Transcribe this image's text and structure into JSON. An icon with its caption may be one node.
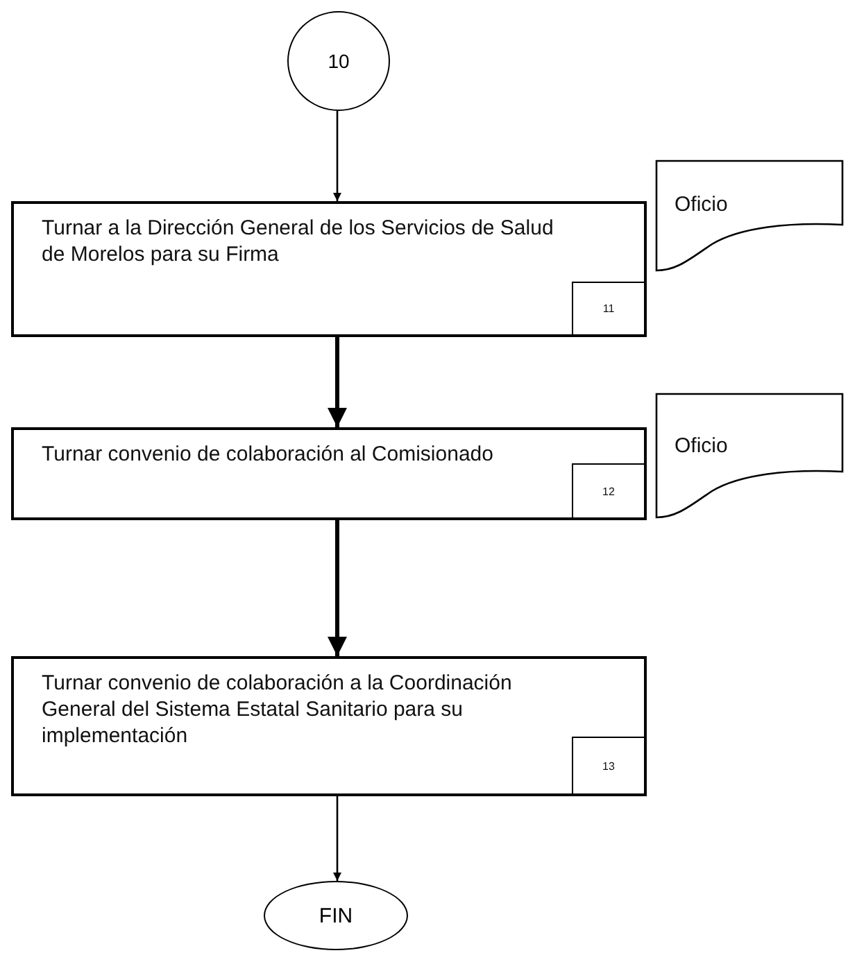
{
  "diagram": {
    "nodes": [
      {
        "text": [
          "10"
        ]
      },
      {
        "text": [
          "Turnar a la Dirección General de los Servicios de Salud de Morelos para su Firma"
        ]
      },
      {
        "text": [
          "11"
        ],
        "in": 1
      },
      {
        "text": [
          "Oficio"
        ]
      },
      {
        "text": [
          "Turnar convenio de colaboración al Comisionado"
        ]
      },
      {
        "text": [
          "12"
        ],
        "in": 4
      },
      {
        "text": [
          "Oficio"
        ]
      },
      {
        "text": [
          "Turnar convenio de colaboración a la Coordinación General del Sistema Estatal Sanitario para su implementación"
        ]
      },
      {
        "text": [
          "13"
        ],
        "in": 7
      },
      {
        "text": [
          "FIN"
        ]
      }
    ],
    "edges": [
      {
        "from": 0,
        "to": 1,
        "arrow": "to"
      },
      {
        "from": 1,
        "to": 4,
        "arrow": "to",
        "style": "thick"
      },
      {
        "from": 4,
        "to": 7,
        "arrow": "to",
        "style": "thick"
      },
      {
        "from": 7,
        "to": 9,
        "arrow": "to"
      }
    ]
  }
}
